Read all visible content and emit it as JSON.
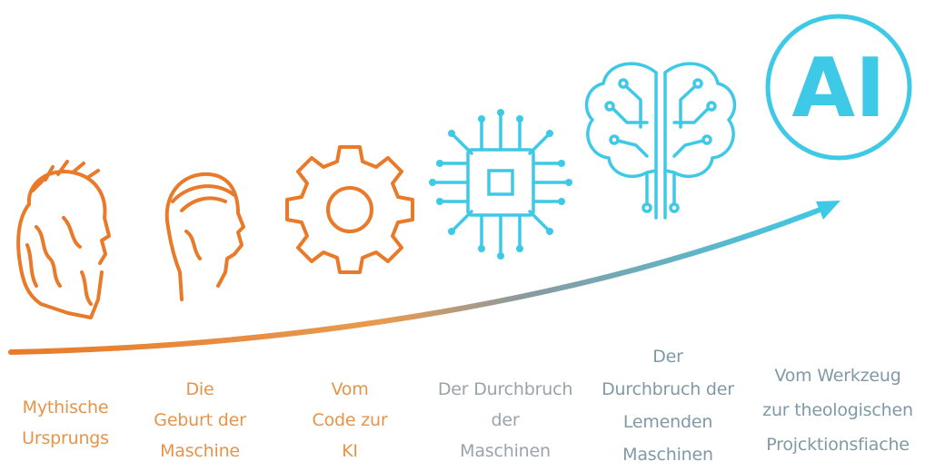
{
  "steps": [
    {
      "label": "Mythische\nUrsprungs",
      "icon": "laurel-head-icon"
    },
    {
      "label": "Die\nGeburt der\nMaschine",
      "icon": "classical-head-icon"
    },
    {
      "label": "Vom\nCode zur\nKI",
      "icon": "gear-icon"
    },
    {
      "label": "Der Durchbruch\nder\nMaschinen",
      "icon": "chip-icon"
    },
    {
      "label": "Der\nDurchbruch der\nLemenden\nMaschinen",
      "icon": "brain-icon"
    },
    {
      "label": "Vom Werkzeug\nzur theologischen\nProjcktionsfiache",
      "icon": "ai-badge-icon"
    }
  ],
  "ai_badge_text": "AI",
  "colors": {
    "orange": "#e87a2a",
    "teal": "#3ec9e6",
    "label_orange": "#e6944a",
    "label_gray": "#7f9aa6"
  }
}
